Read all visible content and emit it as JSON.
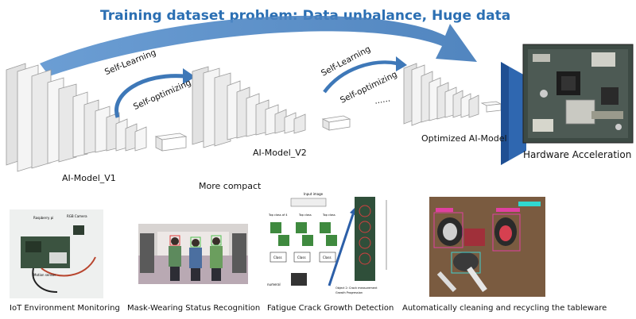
{
  "headline": "Training  dataset problem: Data unbalance,  Huge data",
  "labels": {
    "self_learning_1": "Self-Learning",
    "self_optimizing_1": "Self-optimizing",
    "self_learning_2": "Self-Learning",
    "self_optimizing_2": "Self-optimizing",
    "dots": "......",
    "model_v1": "AI-Model_V1",
    "model_v2": "AI-Model_V2",
    "optimized_model": "Optimized AI-Model",
    "hardware": "Hardware Acceleration",
    "more_compact": "More compact"
  },
  "captions": {
    "iot": "IoT Environment Monitoring",
    "mask": "Mask-Wearing Status Recognition",
    "crack": "Fatigue Crack Growth Detection",
    "tableware": "Automatically cleaning and recycling the tableware"
  },
  "colors": {
    "accent_blue": "#2b6fb3",
    "arrow_blue": "#4a86c6",
    "board_green": "#3d4a44"
  }
}
